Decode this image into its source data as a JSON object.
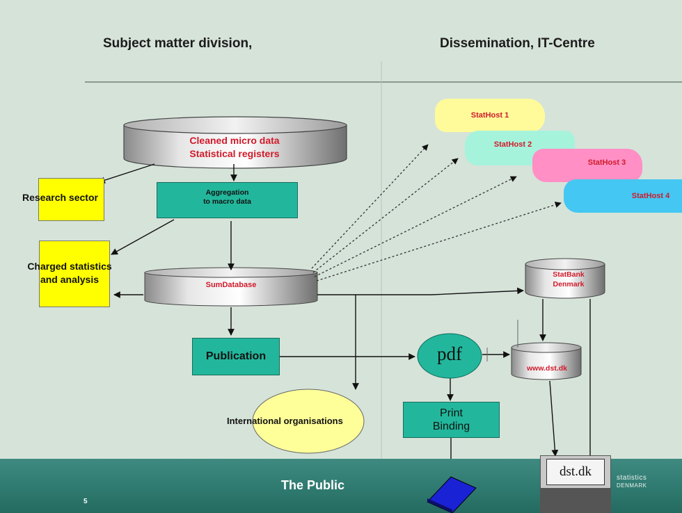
{
  "headers": {
    "left": "Subject matter division,",
    "right": "Dissemination, IT-Centre"
  },
  "nodes": {
    "micro_data_line1": "Cleaned micro data",
    "micro_data_line2": "Statistical registers",
    "aggregation_line1": "Aggregation",
    "aggregation_line2": "to macro data",
    "research_sector": "Research sector",
    "charged_line1": "Charged statistics",
    "charged_line2": "and analysis",
    "sum_database": "SumDatabase",
    "publication": "Publication",
    "international_orgs": "International organisations",
    "pdf": "pdf",
    "print_line1": "Print",
    "print_line2": "Binding",
    "statbank_line1": "StatBank",
    "statbank_line2": "Denmark",
    "website": "www.dst.dk",
    "stathost_1": "StatHost 1",
    "stathost_2": "StatHost 2",
    "stathost_3": "StatHost 3",
    "stathost_4": "StatHost 4",
    "computer_screen": "dst.dk"
  },
  "footer": {
    "title": "The Public",
    "page_number": "5",
    "logo_line1": "statistics",
    "logo_line2": "DENMARK"
  },
  "colors": {
    "background": "#d6e3d9",
    "process_box": "#22b79c",
    "yellow_box": "#ffff00",
    "highlight_red": "#d01a2a",
    "stathost_1": "#fffa9a",
    "stathost_2": "#a6f3dc",
    "stathost_3": "#ff8fc4",
    "stathost_4": "#44c7f2",
    "international_ellipse": "#ffff9a",
    "footer_band": "#2f7a70"
  }
}
